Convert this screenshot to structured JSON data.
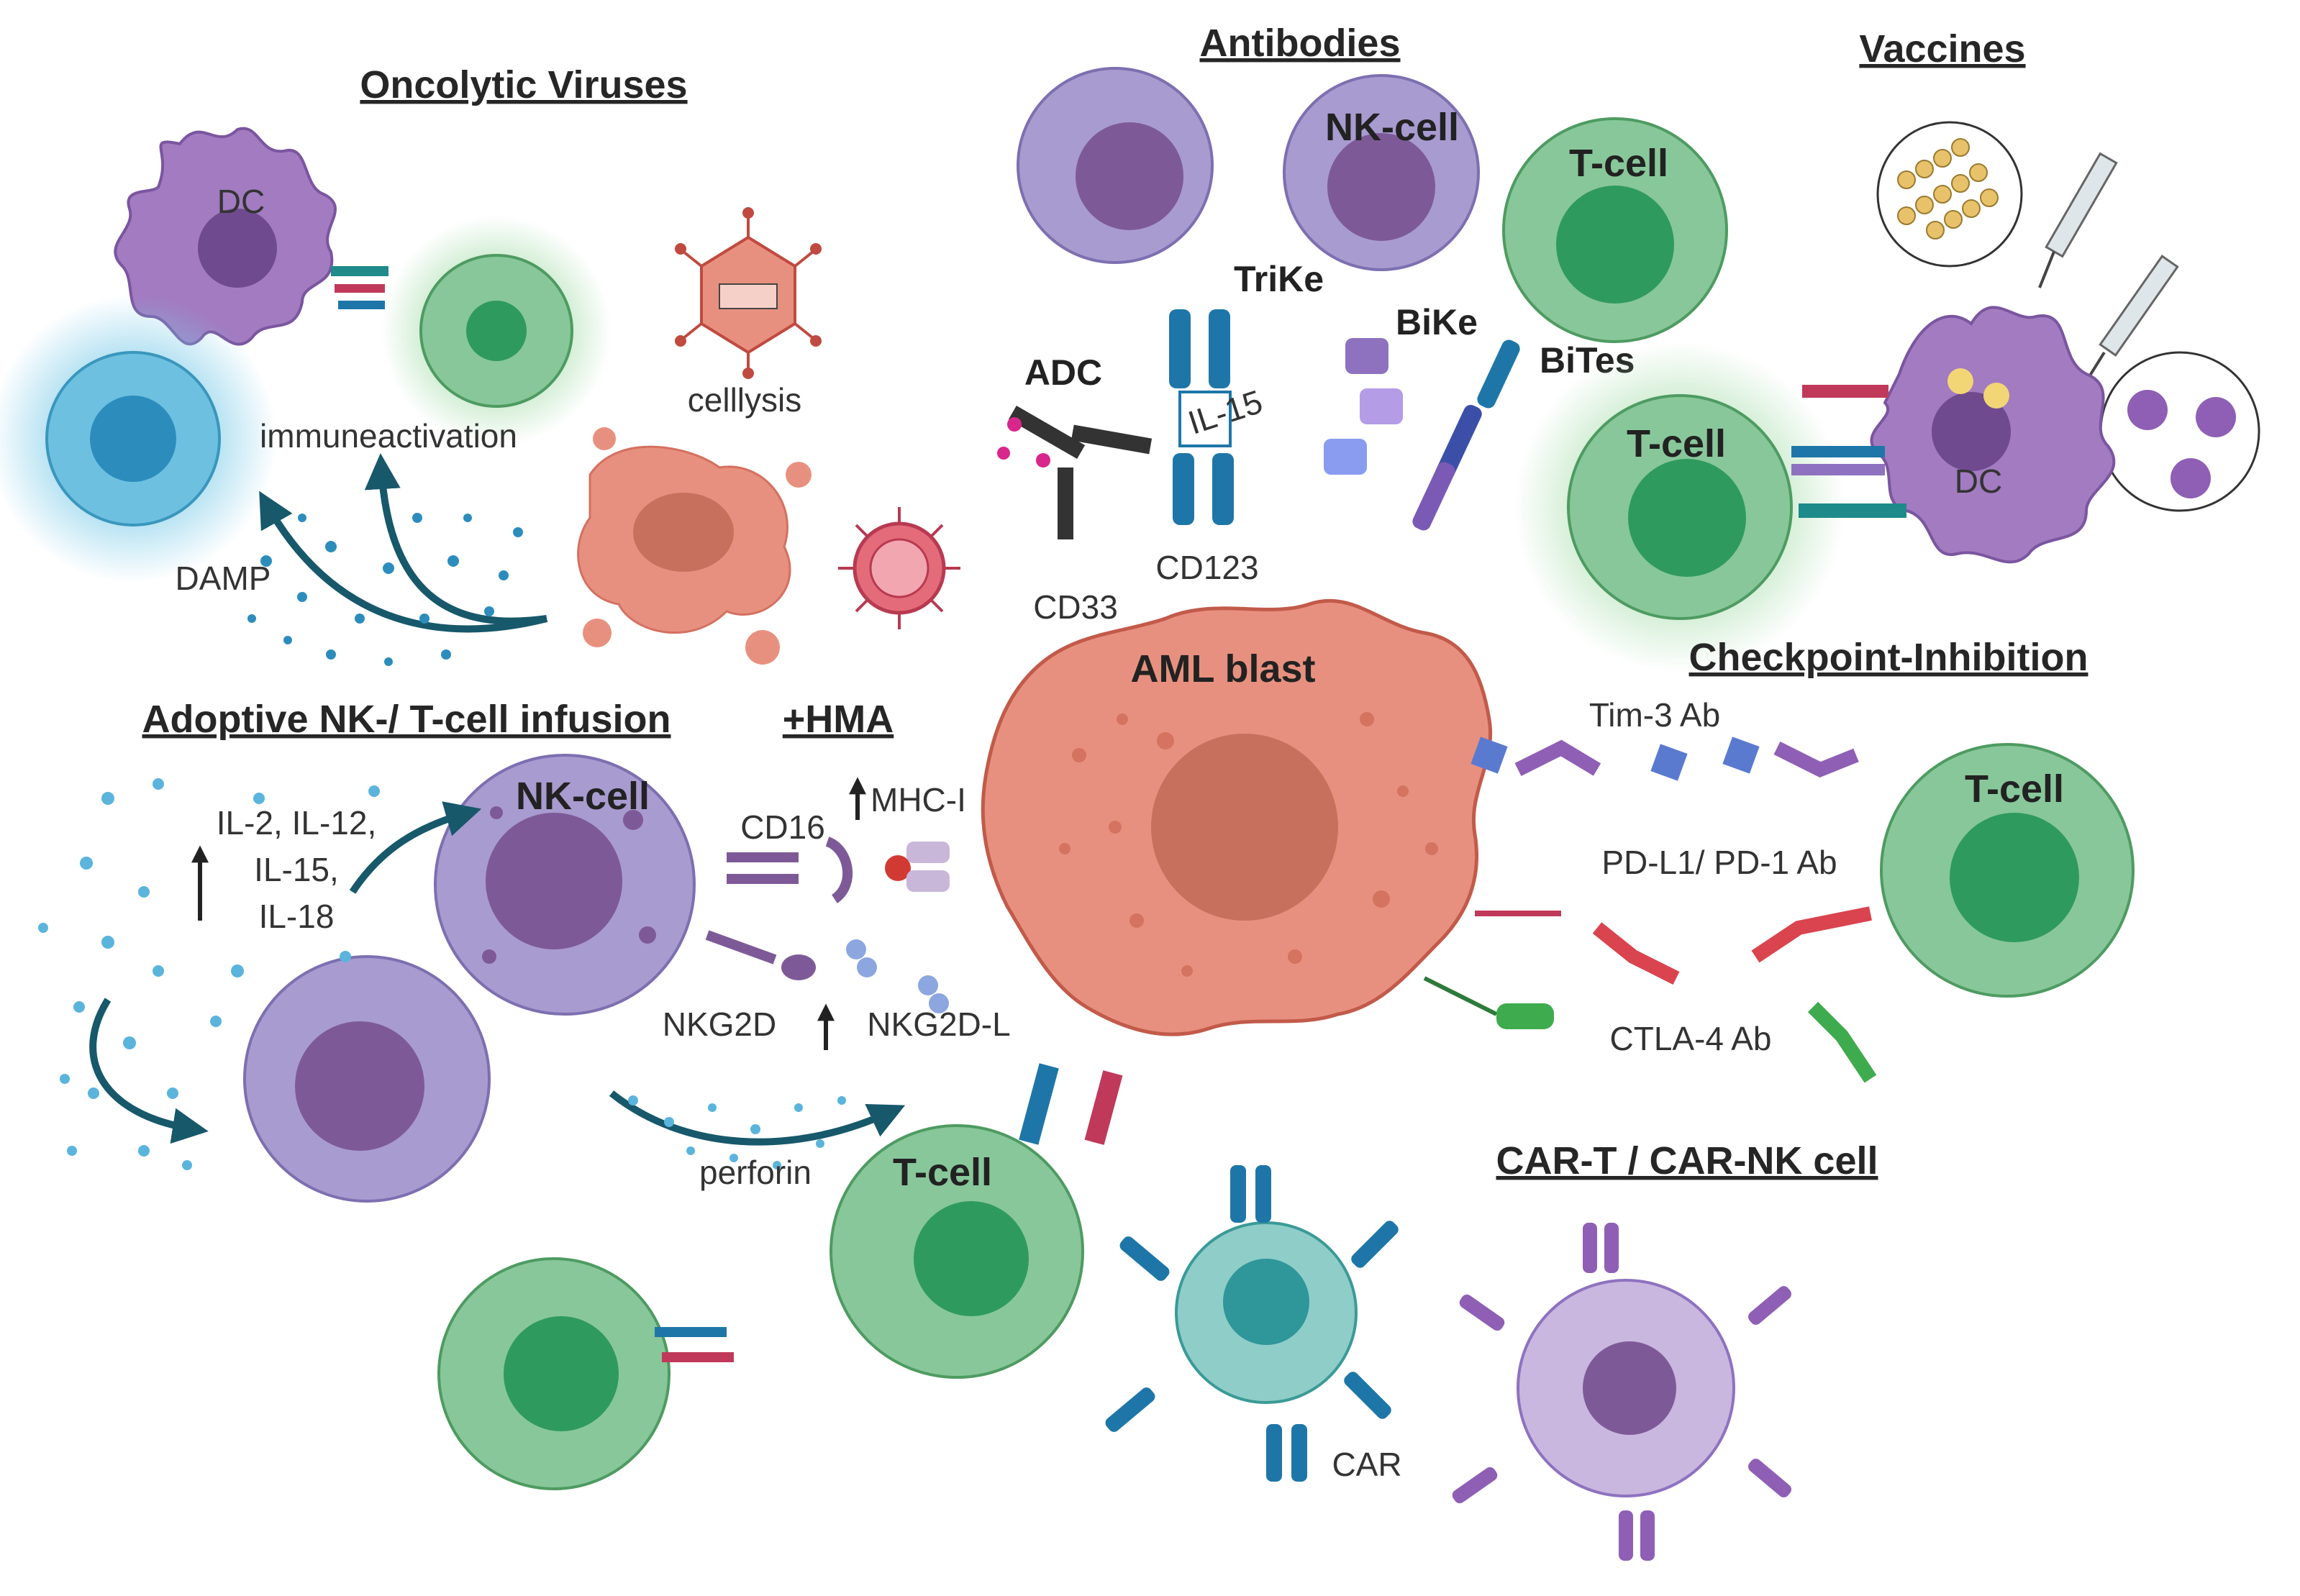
{
  "sections": {
    "oncolytic": "Oncolytic Viruses",
    "antibodies": "Antibodies",
    "vaccines": "Vaccines",
    "adoptive": "Adoptive NK-/ T-cell infusion",
    "hma": "+HMA",
    "checkpoint": "Checkpoint-Inhibition",
    "car": "CAR-T / CAR-NK cell"
  },
  "cells": {
    "aml_blast": "AML blast",
    "nk_cell": "NK-cell",
    "t_cell": "T-cell",
    "dc": "DC"
  },
  "labels": {
    "celllysis": "celllysis",
    "immune_activation": "immuneactivation",
    "damp": "DAMP",
    "trike": "TriKe",
    "bike": "BiKe",
    "bites": "BiTes",
    "adc": "ADC",
    "il15": "IL-15",
    "cd123": "CD123",
    "cd33": "CD33",
    "cytokines": [
      "IL-2, IL-12,",
      "IL-15,",
      "IL-18"
    ],
    "cd16": "CD16",
    "mhc": "MHC-I",
    "nkg2d": "NKG2D",
    "nkg2dl": "NKG2D-L",
    "perforin": "perforin",
    "tim3": "Tim-3 Ab",
    "pdl1": "PD-L1/ PD-1 Ab",
    "ctla4": "CTLA-4 Ab",
    "car": "CAR"
  },
  "colors": {
    "aml": "#e8907f",
    "aml_nucleus": "#c8705e",
    "nk": "#a89bd0",
    "nk_nucleus": "#7d5a97",
    "tcell": "#88c79a",
    "tcell_nucleus": "#2f9a5e",
    "dc": "#a27bc0",
    "car_t": "#8fcdc9",
    "receptor_blue": "#1e76a8",
    "arrow": "#17586b"
  }
}
